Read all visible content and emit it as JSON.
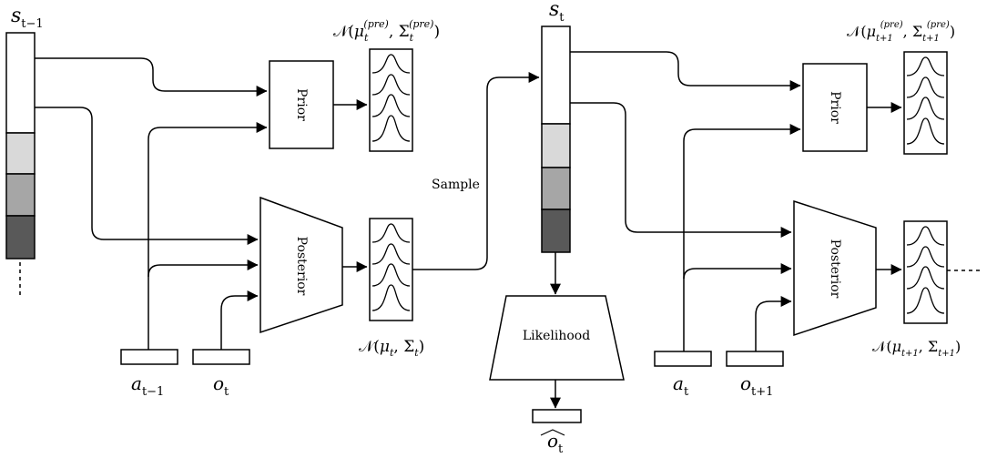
{
  "colors": {
    "stroke": "#000000",
    "cell_light": "#d9d9d9",
    "cell_mid": "#a6a6a6",
    "cell_dark": "#595959",
    "background": "#ffffff"
  },
  "blocks": {
    "prior_label": "Prior",
    "posterior_label": "Posterior",
    "likelihood_label": "Likelihood",
    "sample_label": "Sample"
  },
  "math": {
    "s_prev": {
      "base": "s",
      "sub": "t−1"
    },
    "s_curr": {
      "base": "s",
      "sub": "t"
    },
    "a_prev": {
      "base": "a",
      "sub": "t−1"
    },
    "o_curr": {
      "base": "o",
      "sub": "t"
    },
    "a_curr": {
      "base": "a",
      "sub": "t"
    },
    "o_next": {
      "base": "o",
      "sub": "t+1"
    },
    "o_hat": {
      "base": "o",
      "sub": "t"
    },
    "prior_dist_1": {
      "prefix": "𝒩(",
      "mu": "μ",
      "mu_sub": "t",
      "mu_sup": "(pre)",
      "sep": ", ",
      "sigma": "Σ",
      "sigma_sub": "t",
      "sigma_sup": "(pre)",
      "suffix": ")"
    },
    "prior_dist_2": {
      "prefix": "𝒩(",
      "mu": "μ",
      "mu_sub": "t+1",
      "mu_sup": "(pre)",
      "sep": ", ",
      "sigma": "Σ",
      "sigma_sub": "t+1",
      "sigma_sup": "(pre)",
      "suffix": ")"
    },
    "post_dist_1": {
      "prefix": "𝒩(",
      "mu": "μ",
      "mu_sub": "t",
      "sep": ", ",
      "sigma": "Σ",
      "sigma_sub": "t",
      "suffix": ")"
    },
    "post_dist_2": {
      "prefix": "𝒩(",
      "mu": "μ",
      "mu_sub": "t+1",
      "sep": ", ",
      "sigma": "Σ",
      "sigma_sub": "t+1",
      "suffix": ")"
    }
  }
}
